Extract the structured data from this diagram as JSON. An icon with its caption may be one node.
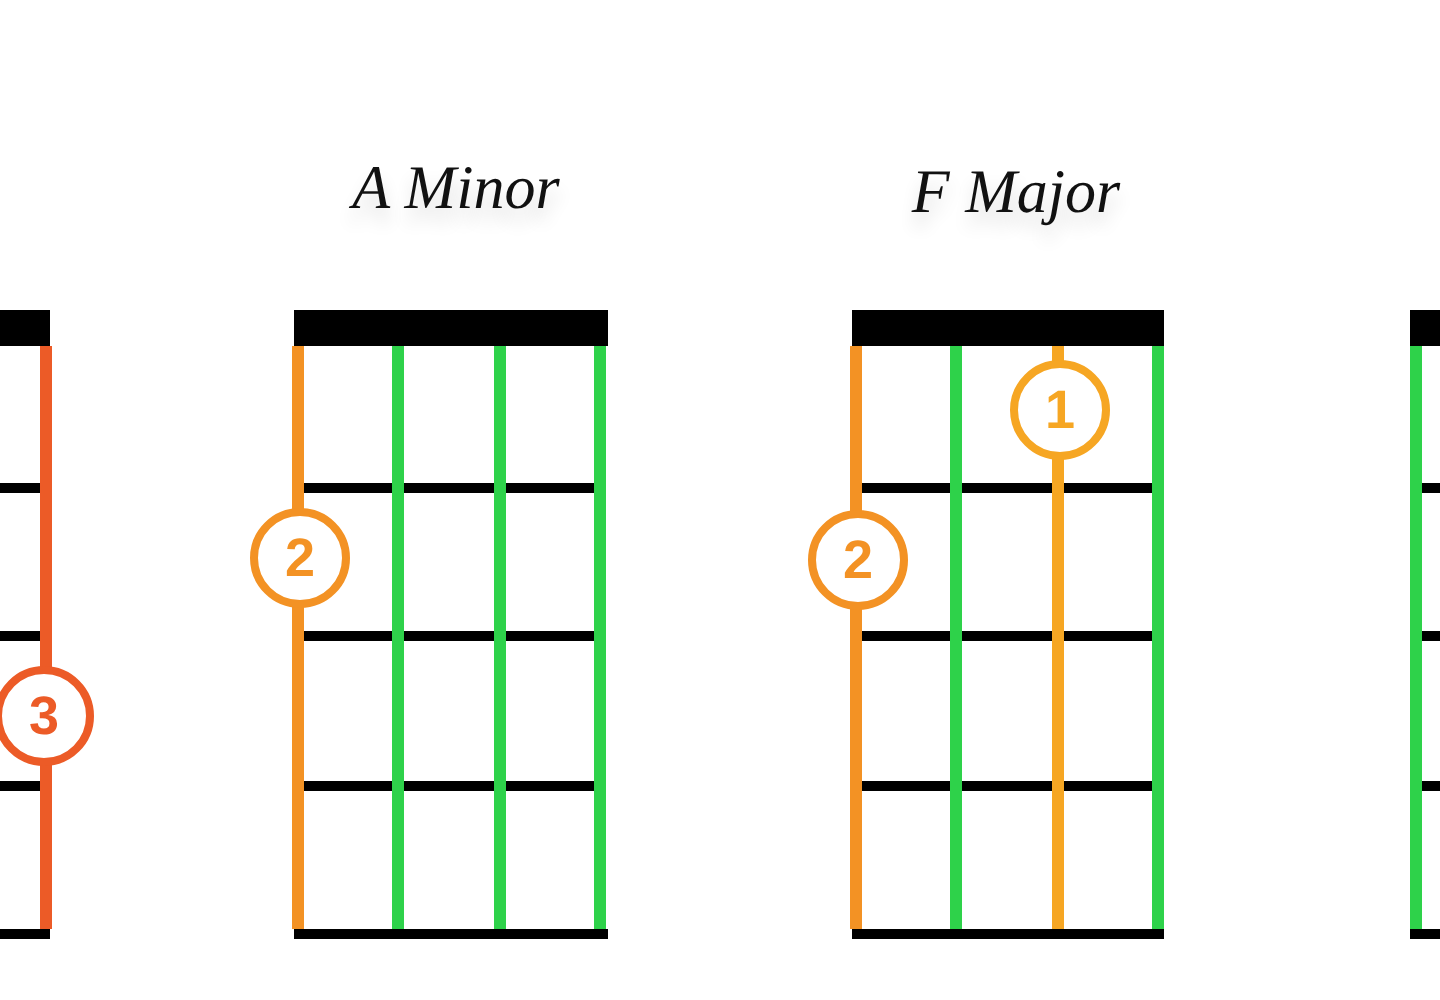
{
  "diagram": {
    "nodes": [
      {
        "text": [
          "3"
        ]
      },
      {
        "text": [
          "2"
        ]
      },
      {
        "text": [
          "1"
        ]
      },
      {
        "text": [
          "2"
        ]
      }
    ],
    "labels": [
      "A Minor",
      "F Major"
    ]
  }
}
